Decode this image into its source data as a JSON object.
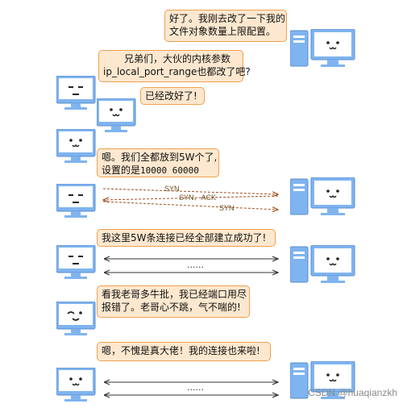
{
  "messages": {
    "m1_line1": "好了。我刚去改了一下我的",
    "m1_line2": "文件对象数量上限配置。",
    "m2_line1": "兄弟们，大伙的内核参数",
    "m2_line2": "ip_local_port_range也都改了吧?",
    "m3": "已经改好了!",
    "m4_line1": "嗯。我们全都放到5W个了,",
    "m4_line2_prefix": "设置的是",
    "m4_line2_code": "10000 60000",
    "m5": "我这里5W条连接已经全部建立成功了!",
    "m6_line1": "看我老哥多牛批，我已经端口用尽",
    "m6_line2": "报错了。老哥心不跳，气不喘的!",
    "m7": "嗯，不愧是真大佬！我的连接也来啦!"
  },
  "handshake": {
    "syn1": "SYN",
    "synack": "SYN、ACK",
    "syn2": "SYN"
  },
  "ellipsis": "......",
  "watermark": "CSDN @huaqianzkh",
  "colors": {
    "bubble_fill": "#fde8cf",
    "bubble_border": "#f0a050",
    "screen": "#4a8fe0",
    "monitor": "#7fb4ef",
    "handshake_arrow": "#a05020"
  }
}
